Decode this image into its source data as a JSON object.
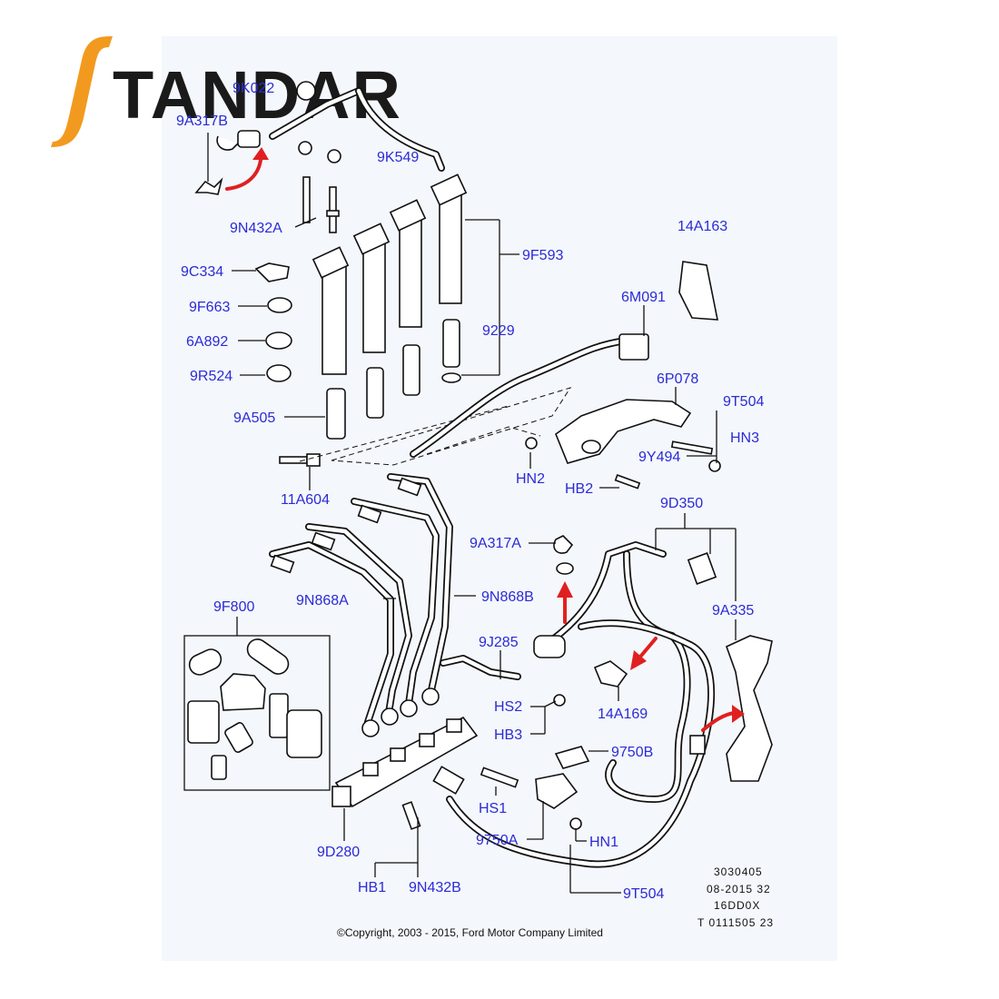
{
  "logo": {
    "text": "TANDAR",
    "brand_color": "#f29a1f",
    "text_color": "#1a1a1a"
  },
  "labels": {
    "l_9K022": "9K022",
    "l_9A317B": "9A317B",
    "l_9K549": "9K549",
    "l_9N432A": "9N432A",
    "l_9F593": "9F593",
    "l_14A163": "14A163",
    "l_9C334": "9C334",
    "l_9F663": "9F663",
    "l_6M091": "6M091",
    "l_6A892": "6A892",
    "l_9229": "9229",
    "l_9R524": "9R524",
    "l_6P078": "6P078",
    "l_9T504a": "9T504",
    "l_9A505": "9A505",
    "l_HN3": "HN3",
    "l_9Y494": "9Y494",
    "l_HN2": "HN2",
    "l_HB2": "HB2",
    "l_11A604": "11A604",
    "l_9D350": "9D350",
    "l_9A317A": "9A317A",
    "l_9N868A": "9N868A",
    "l_9N868B": "9N868B",
    "l_9F800": "9F800",
    "l_9A335": "9A335",
    "l_9J285": "9J285",
    "l_HS2": "HS2",
    "l_14A169": "14A169",
    "l_HB3": "HB3",
    "l_9750B": "9750B",
    "l_HS1": "HS1",
    "l_9750A": "9750A",
    "l_HN1": "HN1",
    "l_9D280": "9D280",
    "l_HB1": "HB1",
    "l_9N432B": "9N432B",
    "l_9T504b": "9T504"
  },
  "footer": {
    "line1": "3030405",
    "line2": "08-2015 32",
    "line3": "16DD0X",
    "line4": "T 0111505 23"
  },
  "copyright": "©Copyright, 2003 - 2015, Ford Motor Company Limited",
  "colors": {
    "label": "#2b2bd6",
    "arrow": "#e02020",
    "panel_bg": "#f4f7fb"
  }
}
